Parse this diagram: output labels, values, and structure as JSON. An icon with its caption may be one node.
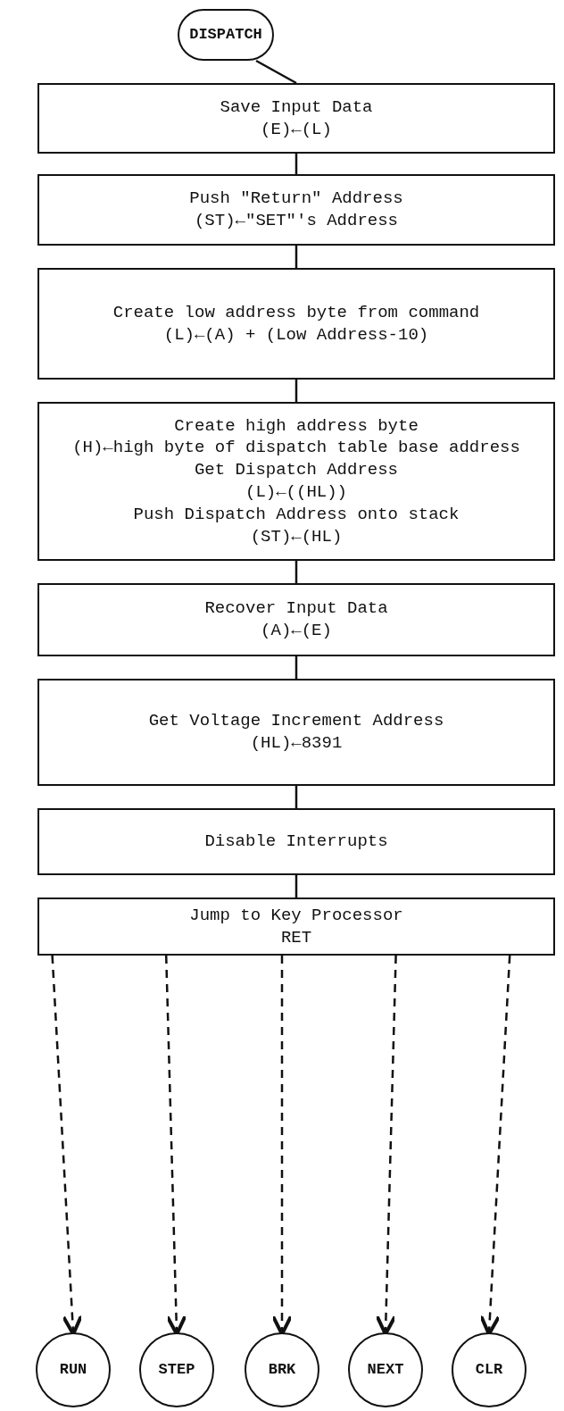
{
  "diagram": {
    "nodes": [
      {
        "text": [
          "DISPATCH"
        ]
      },
      {
        "text": [
          "Save Input Data",
          "(E)←(L)"
        ]
      },
      {
        "text": [
          "Push \"Return\" Address",
          "(ST)←\"SET\"'s Address"
        ]
      },
      {
        "text": [
          "Create low address byte from command",
          "(L)←(A) + (Low Address-10)"
        ]
      },
      {
        "text": [
          "Create high address byte",
          "(H)←high byte of dispatch table base address",
          "Get Dispatch Address",
          "(L)←((HL))",
          "Push Dispatch Address onto stack",
          "(ST)←(HL)"
        ]
      },
      {
        "text": [
          "Recover Input Data",
          "(A)←(E)"
        ]
      },
      {
        "text": [
          "Get Voltage Increment Address",
          "(HL)←8391"
        ]
      },
      {
        "text": [
          "Disable Interrupts"
        ]
      },
      {
        "text": [
          "Jump to Key Processor",
          "RET"
        ]
      },
      {
        "text": [
          "RUN"
        ]
      },
      {
        "text": [
          "STEP"
        ]
      },
      {
        "text": [
          "BRK"
        ]
      },
      {
        "text": [
          "NEXT"
        ]
      },
      {
        "text": [
          "CLR"
        ]
      }
    ],
    "edges": [
      {
        "from": 0,
        "to": 1,
        "arrow": "none"
      },
      {
        "from": 1,
        "to": 2,
        "arrow": "none"
      },
      {
        "from": 2,
        "to": 3,
        "arrow": "none"
      },
      {
        "from": 3,
        "to": 4,
        "arrow": "none"
      },
      {
        "from": 4,
        "to": 5,
        "arrow": "none"
      },
      {
        "from": 5,
        "to": 6,
        "arrow": "none"
      },
      {
        "from": 6,
        "to": 7,
        "arrow": "none"
      },
      {
        "from": 7,
        "to": 8,
        "arrow": "none"
      },
      {
        "from": 8,
        "to": 9,
        "arrow": "to",
        "style": "dashed"
      },
      {
        "from": 8,
        "to": 10,
        "arrow": "to",
        "style": "dashed"
      },
      {
        "from": 8,
        "to": 11,
        "arrow": "to",
        "style": "dashed"
      },
      {
        "from": 8,
        "to": 12,
        "arrow": "to",
        "style": "dashed"
      },
      {
        "from": 8,
        "to": 13,
        "arrow": "to",
        "style": "dashed"
      }
    ]
  }
}
